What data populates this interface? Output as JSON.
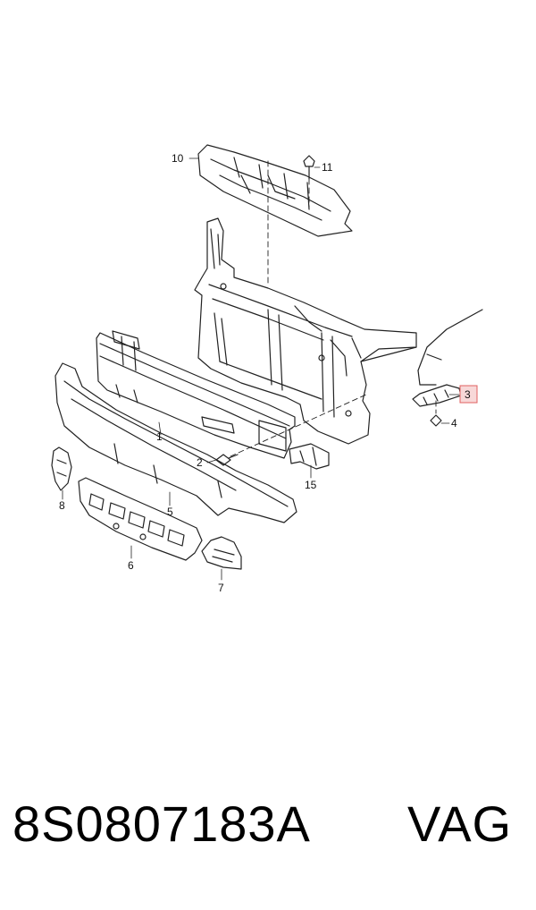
{
  "diagram": {
    "callouts": {
      "c1": "1",
      "c2": "2",
      "c3": "3",
      "c4": "4",
      "c5": "5",
      "c6": "6",
      "c7": "7",
      "c8": "8",
      "c10": "10",
      "c11": "11",
      "c15": "15"
    },
    "highlight_color": "#e06060",
    "highlight_fill": "#f8d8d8"
  },
  "caption": {
    "part_number": "8S0807183A",
    "brand": "VAG"
  }
}
